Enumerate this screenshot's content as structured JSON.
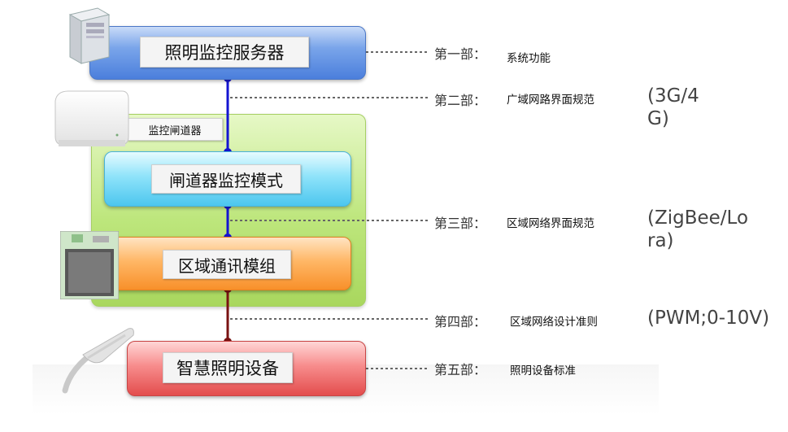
{
  "diagram": {
    "boxes": {
      "server": "照明监控服务器",
      "gateway_mode": "闸道器监控模式",
      "regional_module": "区域通讯模组",
      "smart_device": "智慧照明设备"
    },
    "gateway_label": "监控闸道器",
    "parts": [
      {
        "label": "第一部：",
        "desc": "系统功能"
      },
      {
        "label": "第二部：",
        "desc": "广域网路界面规范"
      },
      {
        "label": "第三部：",
        "desc": "区域网络界面规范"
      },
      {
        "label": "第四部：",
        "desc": "区域网络设计准则"
      },
      {
        "label": "第五部：",
        "desc": "照明设备标准"
      }
    ],
    "annotations": {
      "wan": {
        "line1": "(3G/4",
        "line2": "G)"
      },
      "lan": {
        "line1": "(ZigBee/Lo",
        "line2": "ra)"
      },
      "control": "(PWM;0-10V)"
    },
    "colors": {
      "blue_link": "#1414d2",
      "red_link": "#7a1212",
      "dash": "#666666"
    }
  }
}
